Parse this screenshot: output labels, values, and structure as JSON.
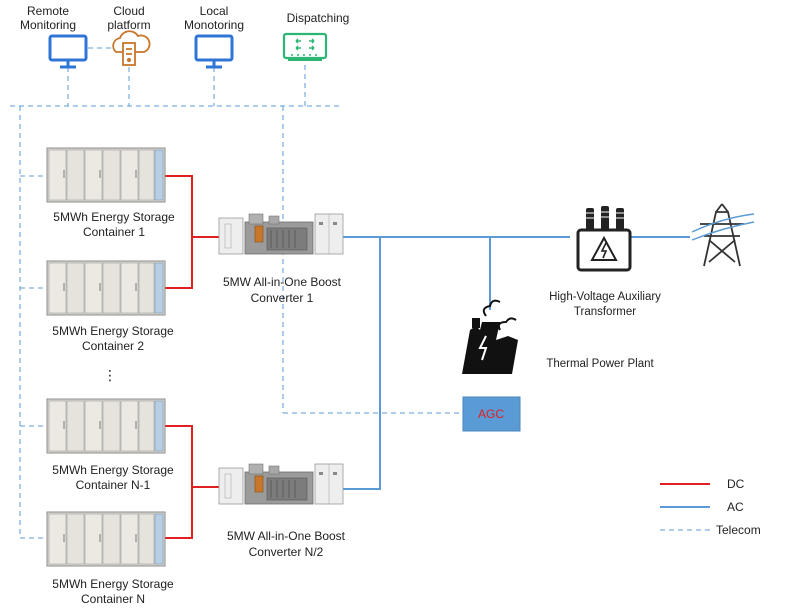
{
  "top_nodes": {
    "remote_monitoring": [
      "Remote",
      "Monitoring"
    ],
    "cloud_platform": [
      "Cloud",
      "platform"
    ],
    "local_monitoring": [
      "Local",
      "Monotoring"
    ],
    "dispatching": "Dispatching"
  },
  "containers": [
    {
      "line1": "5MWh Energy Storage",
      "line2": "Container 1"
    },
    {
      "line1": "5MWh Energy Storage",
      "line2": "Container 2"
    },
    {
      "line1": "5MWh Energy Storage",
      "line2": "Container N-1"
    },
    {
      "line1": "5MWh Energy Storage",
      "line2": "Container N"
    }
  ],
  "ellipsis": "⋮",
  "converters": [
    {
      "line1": "5MW All-in-One Boost",
      "line2": "Converter 1"
    },
    {
      "line1": "5MW All-in-One Boost",
      "line2": "Converter  N/2"
    }
  ],
  "transformer": {
    "line1": "High-Voltage Auxiliary",
    "line2": "Transformer"
  },
  "power_plant": "Thermal Power Plant",
  "agc": "AGC",
  "legend": [
    {
      "label": "DC",
      "color": "#e02020",
      "style": "solid"
    },
    {
      "label": "AC",
      "color": "#5b9bd5",
      "style": "solid"
    },
    {
      "label": "Telecom",
      "color": "#5b9bd5",
      "style": "dashed"
    }
  ],
  "colors": {
    "dc": "#e02020",
    "ac": "#5b9bd5",
    "telecom": "#5b9bd5",
    "agc_fill": "#5b9bd5",
    "agc_text": "#e02020",
    "icon_blue": "#2e75d6",
    "icon_green": "#2bb673",
    "icon_orange": "#c8762a"
  },
  "icons": {
    "remote_monitoring": "monitor-icon",
    "cloud_platform": "cloud-server-icon",
    "local_monitoring": "monitor-icon",
    "dispatching": "network-switch-icon",
    "transformer": "transformer-icon",
    "power_tower": "transmission-tower-icon",
    "power_plant": "factory-icon"
  }
}
